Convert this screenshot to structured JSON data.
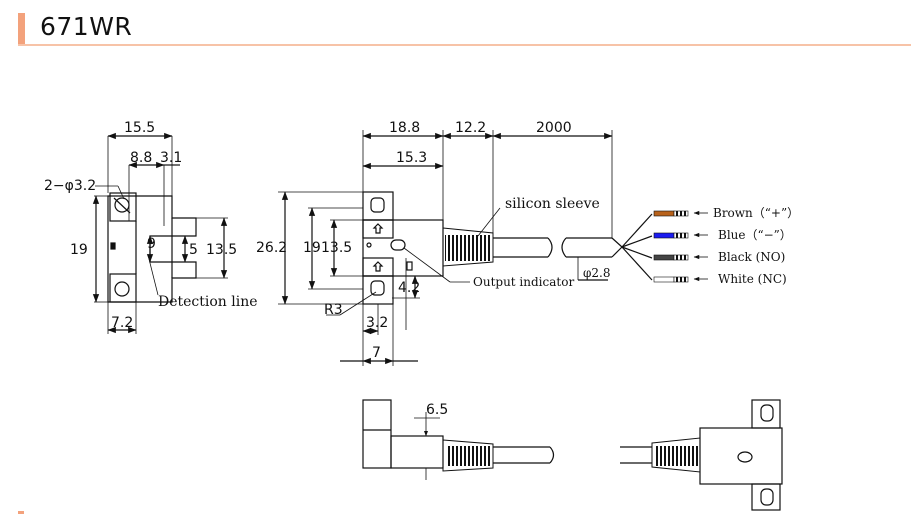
{
  "title": "671WR",
  "colors": {
    "accent": "#f3a27c",
    "brown": "#b8621b",
    "blue": "#1c1cf0",
    "black": "#444444",
    "white": "#ffffff"
  },
  "front_view": {
    "top_width": "15.5",
    "dim_8_8": "8.8",
    "dim_3_1": "3.1",
    "hole_spec": "2−φ3.2",
    "height_19": "19",
    "slot_9": "9",
    "slot_5": "5",
    "height_13_5": "13.5",
    "bottom_7_2": "7.2",
    "detection_line": "Detection line"
  },
  "side_view": {
    "dim_18_8": "18.8",
    "dim_12_2": "12.2",
    "dim_2000": "2000",
    "dim_15_3": "15.3",
    "dim_26_2": "26.2",
    "dim_19": "19",
    "dim_13_5": "13.5",
    "dim_4_2": "4.2",
    "dim_r3": "R3",
    "dim_3_2": "3.2",
    "dim_7": "7",
    "silicon_sleeve": "silicon sleeve",
    "output_indicator": "Output indicator",
    "cable_dia": "φ2.8"
  },
  "wires": [
    {
      "label": "Brown（“+”）",
      "color": "brown"
    },
    {
      "label": "Blue（“−”）",
      "color": "blue"
    },
    {
      "label": "Black (NO)",
      "color": "black"
    },
    {
      "label": "White (NC)",
      "color": "white"
    }
  ],
  "bottom_view": {
    "dim_6_5": "6.5"
  }
}
